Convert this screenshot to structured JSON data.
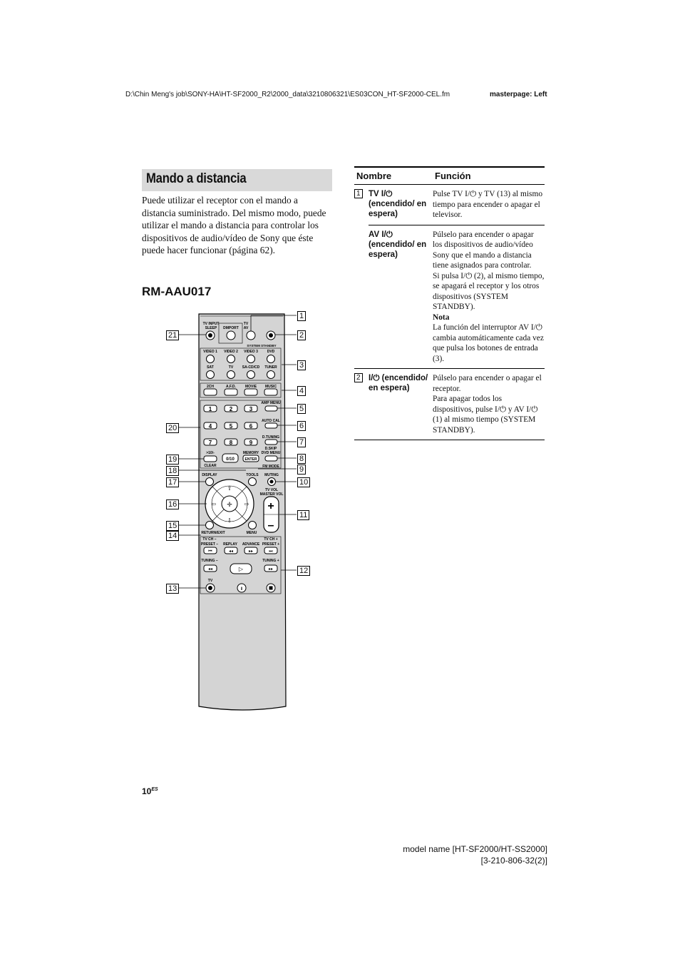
{
  "header": {
    "path": "D:\\Chin Meng's job\\SONY-HA\\HT-SF2000_R2\\2000_data\\3210806321\\ES03CON_HT-SF2000-CEL.fm",
    "masterpage": "masterpage: Left"
  },
  "section": {
    "title": "Mando a distancia",
    "intro": "Puede utilizar el receptor con el mando a distancia suministrado. Del mismo modo, puede utilizar el mando a distancia para controlar los dispositivos de audio/vídeo de Sony que éste puede hacer funcionar (página 62).",
    "model": "RM-AAU017"
  },
  "remote": {
    "callouts_right": [
      "1",
      "2",
      "3",
      "4",
      "5",
      "6",
      "7",
      "8",
      "9",
      "10",
      "11",
      "12"
    ],
    "callouts_left": [
      "21",
      "20",
      "19",
      "18",
      "17",
      "16",
      "15",
      "14",
      "13"
    ],
    "labels": {
      "tv_input": "TV INPUT",
      "sleep": "SLEEP",
      "dmport": "DMPORT",
      "tv": "TV",
      "av": "AV",
      "system_standby": "SYSTEM STANDBY",
      "video1": "VIDEO 1",
      "video2": "VIDEO 2",
      "video3": "VIDEO 3",
      "dvd": "DVD",
      "sat": "SAT",
      "tv2": "TV",
      "sacd": "SA-CD/CD",
      "tuner": "TUNER",
      "ch2": "2CH",
      "afd": "A.F.D.",
      "movie": "MOVIE",
      "music": "MUSIC",
      "amp_menu": "AMP MENU",
      "auto_cal": "AUTO CAL",
      "d_tuning": "D.TUNING",
      "d_skip": "D.SKIP",
      "dvd_menu": "DVD MENU",
      "memory": "MEMORY",
      "enter": "ENTER",
      "fm_mode": "FM MODE",
      "clear": "CLEAR",
      "ten": ">10/-",
      "zero": "0/10",
      "display": "DISPLAY",
      "tools": "TOOLS",
      "muting": "MUTING",
      "tv_vol": "TV VOL",
      "master_vol": "MASTER VOL",
      "return_exit": "RETURN/EXIT",
      "menu": "MENU",
      "tv_ch_minus": "TV CH –",
      "preset_minus": "PRESET –",
      "replay": "REPLAY",
      "advance": "ADVANCE",
      "tv_ch_plus": "TV CH +",
      "preset_plus": "PRESET +",
      "tuning_minus": "TUNING –",
      "tuning_plus": "TUNING +",
      "tv3": "TV",
      "digits": [
        "1",
        "2",
        "3",
        "4",
        "5",
        "6",
        "7",
        "8",
        "9"
      ]
    }
  },
  "table": {
    "headers": [
      "Nombre",
      "Función"
    ],
    "rows": [
      {
        "num": "1",
        "name": "TV I/⏻ (encendido/ en espera)",
        "func": "Pulse TV I/⏻ y TV (13) al mismo tiempo para encender o apagar el televisor."
      },
      {
        "num": "",
        "name": "AV I/⏻ (encendido/ en espera)",
        "func_a": "Púlselo para encender o apagar los dispositivos de audio/vídeo Sony que el mando a distancia tiene asignados para controlar.",
        "func_b": "Si pulsa I/⏻ (2), al mismo tiempo, se apagará el receptor y los otros dispositivos (SYSTEM STANDBY).",
        "nota_label": "Nota",
        "nota": "La función del interruptor AV I/⏻ cambia automáticamente cada vez que pulsa los botones de entrada (3)."
      },
      {
        "num": "2",
        "name": "I/⏻ (encendido/ en espera)",
        "func_a": "Púlselo para encender o apagar el receptor.",
        "func_b": "Para apagar todos los dispositivos, pulse I/⏻ y AV I/⏻ (1) al mismo tiempo (SYSTEM STANDBY)."
      }
    ]
  },
  "page_number": "10",
  "page_lang": "ES",
  "footer": {
    "line1": "model name [HT-SF2000/HT-SS2000]",
    "line2": "[3-210-806-32(2)]"
  }
}
